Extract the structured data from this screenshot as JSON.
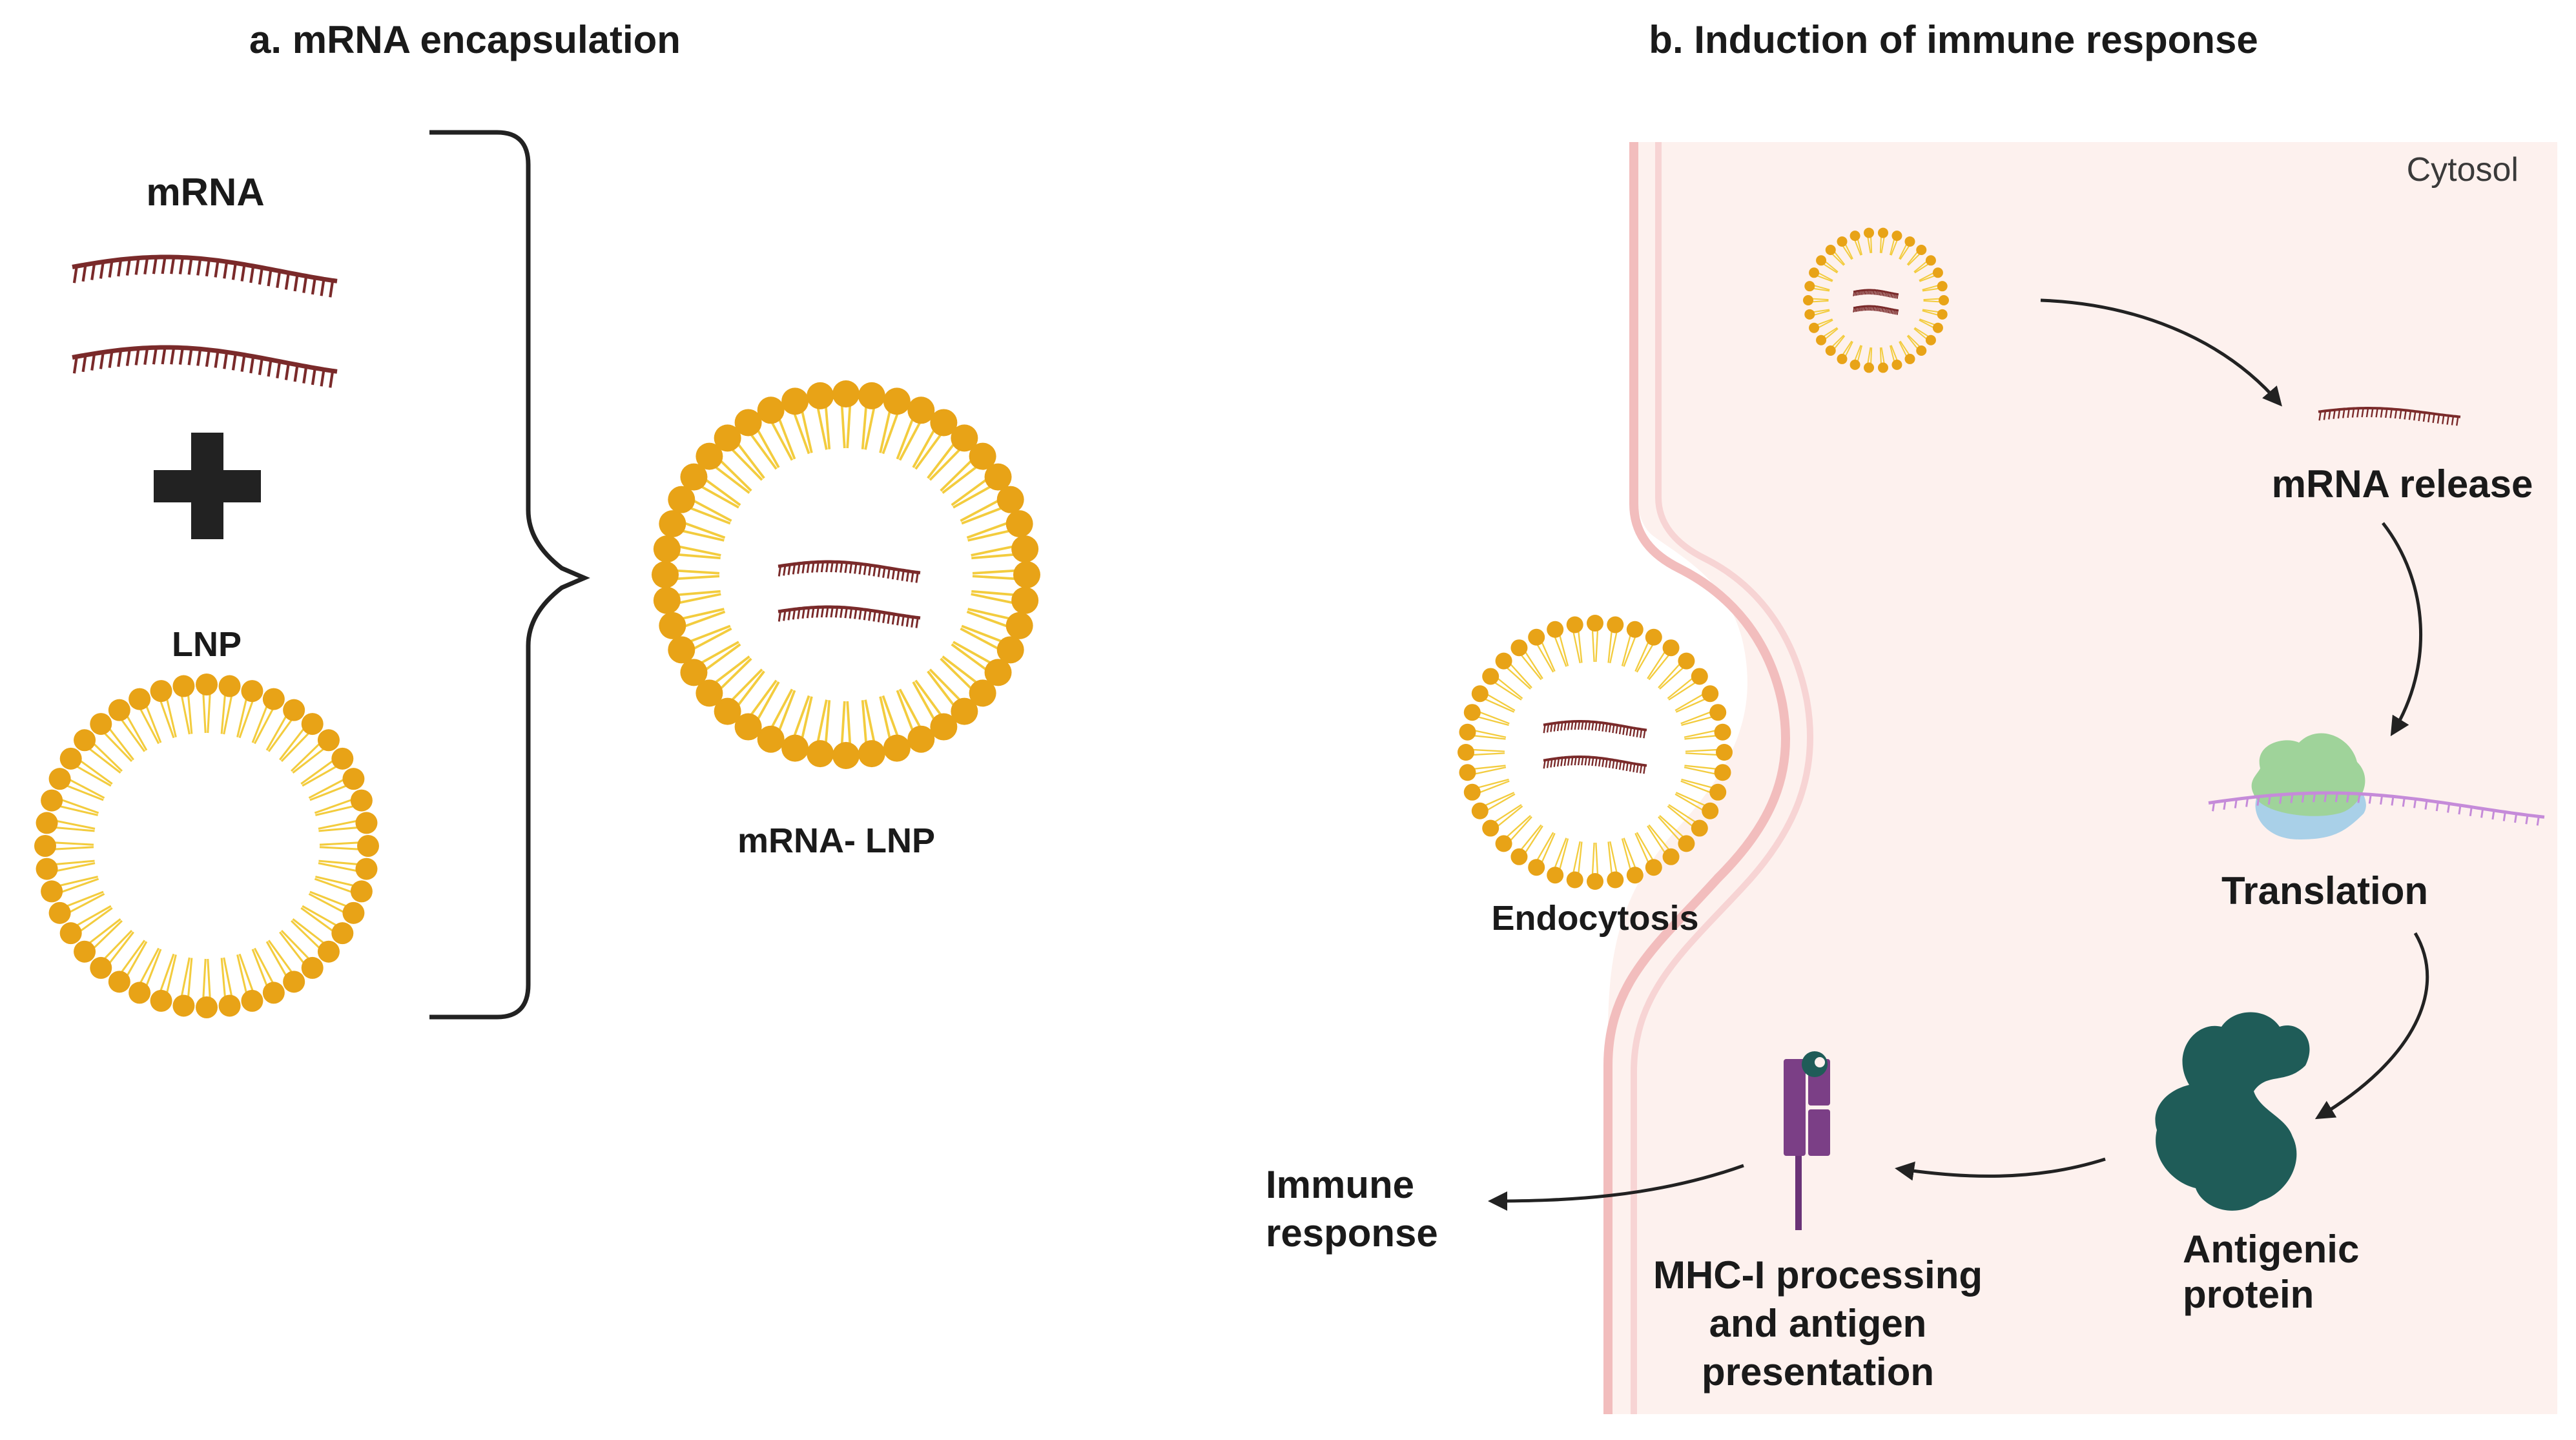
{
  "panel_a": {
    "title": "a. mRNA encapsulation",
    "mrna_label": "mRNA",
    "lnp_label": "LNP",
    "mrna_lnp_label": "mRNA- LNP"
  },
  "panel_b": {
    "title": "b. Induction of immune response",
    "cytosol_label": "Cytosol",
    "endocytosis_label": "Endocytosis",
    "mrna_release_label": "mRNA release",
    "translation_label": "Translation",
    "antigenic_protein_label": [
      "Antigenic",
      "protein"
    ],
    "mhc_label": [
      "MHC-I processing",
      "and antigen",
      "presentation"
    ],
    "immune_response_label": [
      "Immune",
      "response"
    ]
  },
  "colors": {
    "lipid_head": "#E8A317",
    "lipid_tail": "#F3CC3E",
    "mrna": "#7A2A2A",
    "cytosol_bg": "#FDF1EE",
    "membrane": "#F2C4C4",
    "protein": "#1F5C58",
    "mhc": "#7B3F86",
    "ribosome_top": "#9FD39A",
    "ribosome_bottom": "#A9D0E8",
    "translation_mrna": "#C58BD9"
  }
}
